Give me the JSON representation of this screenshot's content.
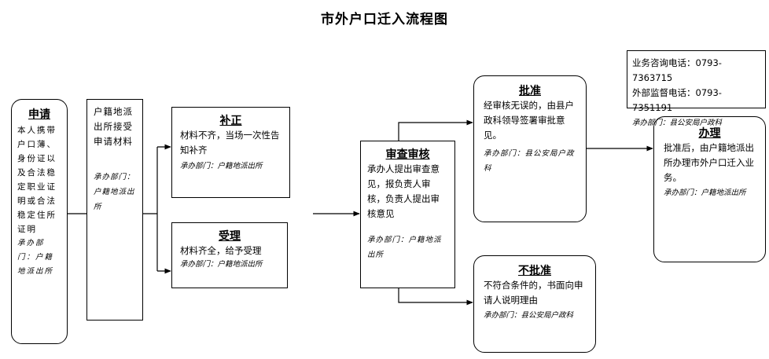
{
  "title": "市外户口迁入流程图",
  "apply": {
    "heading": "申请",
    "body": "本人携带户口薄、身份证以及合法稳定职业证明或合法稳定住所证明",
    "dept": "承办部门：户籍地派出所"
  },
  "police_station": {
    "body": "户籍地派出所接受申请材料",
    "dept": "承办部门：户籍地派出所"
  },
  "supplement": {
    "heading": "补正",
    "body": "材料不齐，当场一次性告知补齐",
    "dept": "承办部门：户籍地派出所"
  },
  "accept": {
    "heading": "受理",
    "body": "材料齐全，给予受理",
    "dept": "承办部门：户籍地派出所"
  },
  "review": {
    "heading": "审查审核",
    "body": "承办人提出审查意见，报负责人审核，负责人提出审核意见",
    "dept": "承办部门：户籍地派出所"
  },
  "approve": {
    "heading": "批准",
    "body": "经审核无误的，由县户政科领导签署审批意见。",
    "dept": "承办部门：县公安局户政科"
  },
  "reject": {
    "heading": "不批准",
    "body": "不符合条件的，书面向申请人说明理由",
    "dept": "承办部门：县公安局户政科"
  },
  "handle": {
    "heading": "办理",
    "body": "批准后，由户籍地派出所办理市外户口迁入业务。",
    "dept": "承办部门：户籍地派出所"
  },
  "contact": {
    "line1_label": "业务咨询电话：",
    "line1_value": "0793-7363715",
    "line2_label": "外部监督电话：",
    "line2_value": "0793- 7351191",
    "dept": "承办部门：县公安局户政科"
  }
}
